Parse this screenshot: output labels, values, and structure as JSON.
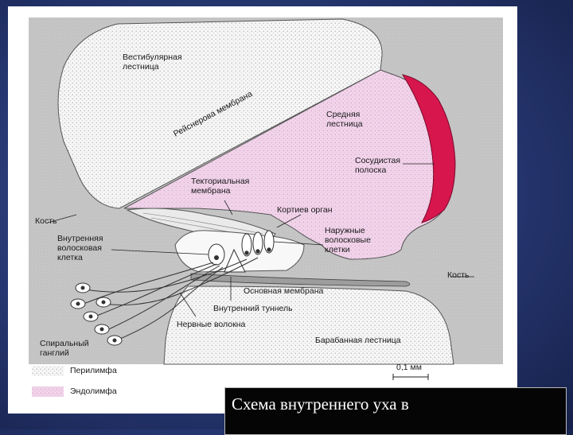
{
  "labels": {
    "vestibular_scala": "Вестибулярная\nлестница",
    "reissner_membrane": "Рейснерова мембрана",
    "scala_media": "Средняя\nлестница",
    "stria_vascularis": "Сосудистая\nполоска",
    "tectorial_membrane": "Текториальная\nмембрана",
    "organ_of_corti": "Кортиев орган",
    "bone_left": "Кость",
    "outer_hair_cells": "Наружные\nволосковые\nклетки",
    "inner_hair_cell": "Внутренняя\nволосковая\nклетка",
    "bone_right": "Кость",
    "basilar_membrane": "Основная мембрана",
    "inner_tunnel": "Внутренний туннель",
    "nerve_fibers": "Нервные волокна",
    "spiral_ganglion": "Спиральный\nганглий",
    "scala_tympani": "Барабанная лестница"
  },
  "legend": {
    "perilymph": "Перилимфа",
    "endolymph": "Эндолимфа"
  },
  "scale_bar": "0,1 мм",
  "caption": "Схема внутреннего уха в",
  "colors": {
    "bone": "#c9c9c9",
    "perilymph": "#f4f4f4",
    "endolymph": "#f1d3ea",
    "stria": "#d6164d",
    "background": "#26366f"
  }
}
